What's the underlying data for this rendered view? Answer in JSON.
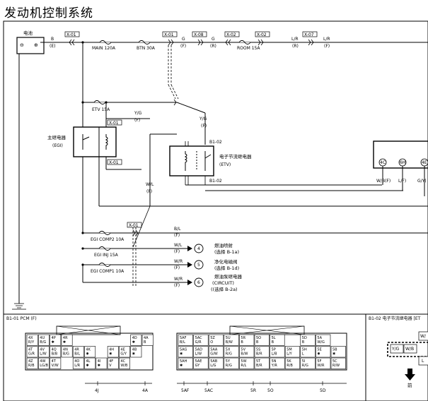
{
  "title": "发动机控制系统",
  "battery": {
    "label": "电池",
    "minus": "⊖",
    "plus": "⊕"
  },
  "top_line": {
    "wire1": "B",
    "wire1_sub": "(E)",
    "conn1": "X-01",
    "fuse1": "MAIN 120A",
    "fuse2": "BTN 30A",
    "conn2": "X-01",
    "wire2": "G",
    "wire2_sub": "(F)",
    "conn3": "X-08",
    "wire3": "G",
    "wire3_sub": "(R)",
    "conn4": "X-02",
    "conn5": "X-02",
    "fuse3": "ROOM 15A",
    "wire4": "L/R",
    "wire4_sub": "(R)",
    "conn6": "X-07",
    "wire5": "L/R",
    "wire5_sub": "(F)"
  },
  "etv_fuse": "ETV 15A",
  "wires": {
    "yg1": "Y/G",
    "yg1_sub": "(F)",
    "yg2": "Y/G",
    "yg2_sub": "(F)",
    "wl": "W/L",
    "wl_sub": "(F)",
    "bl": "B/L",
    "bl_sub": "(F)",
    "wl2": "W/L",
    "wl2_sub": "(F)",
    "wr1": "W/R",
    "wr1_sub": "(F)",
    "wr2": "W/R",
    "wr2_sub": "(F)"
  },
  "main_relay": {
    "name": "主继电器",
    "sub": "(EGI)",
    "conn_top": "X-01",
    "conn_bot": "X-01"
  },
  "etv_relay": {
    "name": "电子节流继电器",
    "sub": "(ETV)",
    "conn_top": "B1-02",
    "conn_bot": "B1-02"
  },
  "right_module": {
    "pins": [
      "4C",
      "6H",
      "4E"
    ],
    "wires": [
      "W/B(F)",
      "L/F)",
      "G/Y("
    ]
  },
  "egi_fuses": {
    "conn": "X-01",
    "f1": "EGI COMP2 10A",
    "f2": "EGI INJ 15A",
    "f3": "EGI COMP1 10A"
  },
  "targets": [
    {
      "num": "4",
      "line1": "燃油喷射",
      "line2": "(选择 B-1a)"
    },
    {
      "num": "5",
      "line1": "净化电磁阀",
      "line2": "(选择 B-1d)"
    },
    {
      "num": "6",
      "line1": "燃油泵继电器",
      "line2": "(CIRCUIT)",
      "line3": "((选择 B-2a)"
    }
  ],
  "bottom": {
    "pcm_label": "B1-01 PCM (F)",
    "etv_label": "B1-02    电子节流继电器 [ET",
    "front_label": "前"
  },
  "pcm_grid_a": [
    [
      "4X\nR/Y",
      "4U\nB/G",
      "4P\n✱",
      "4R\n✱",
      "",
      "",
      "",
      "",
      "",
      "4D\n✱",
      "4A\nB"
    ],
    [
      "4T\nG/R",
      "4V\nL/W",
      "4Q\nB/B",
      "4N\nB/G",
      "4R\nB/L",
      "4K\n✱",
      "",
      "4H\n✱",
      "4E\nG/Y",
      "4B\n✱"
    ],
    [
      "4Z\nR/B",
      "4W\nLG/B",
      "4T\nV/W",
      "",
      "4O\nL/R",
      "4L\n✱",
      "4I\n✱",
      "4F\nV",
      "4C\nW/B"
    ]
  ],
  "pcm_grid_b": [
    [
      "5AF\nB/L",
      "5AC\nG/R",
      "5Z\nO",
      "5U\nB/W",
      "5R\nB",
      "5O\nB",
      "5L\nB",
      "",
      "5D\nB",
      "5A\nW/G"
    ],
    [
      "5AG\n✱",
      "5AD\nL/W",
      "5AA\nG/W",
      "5X\nR/G",
      "5V\nB/W",
      "5S\nB/R",
      "5P\nL/B",
      "5M\nL/Y",
      "5H\nL",
      "5E\n✱",
      "5B\n✱"
    ],
    [
      "5AH\n✱",
      "5AE\nGY",
      "5AB\nL/G",
      "5Y\nR/G",
      "5W\nR/L",
      "5T\nB/R",
      "5N\nY/R",
      "5K\nR/B",
      "5I\nR/G",
      "5F\nW/R",
      "5C\nR/W"
    ]
  ],
  "pcm_ticks": [
    "4J",
    "4A",
    "5AF",
    "5AC",
    "5R",
    "5O",
    "5D"
  ],
  "etv_conn_cells": [
    "Y/G",
    "W/B",
    "W/",
    "L"
  ]
}
